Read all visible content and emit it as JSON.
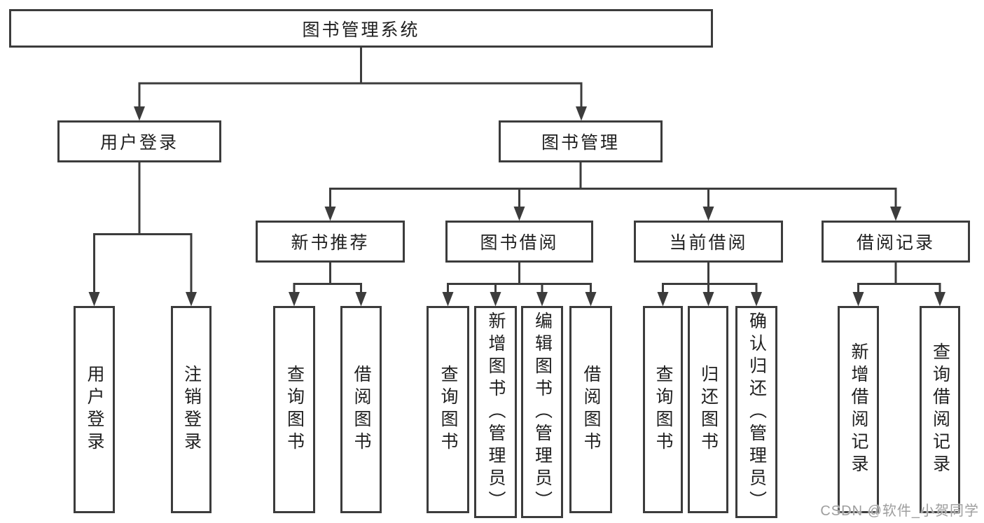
{
  "diagram_title": "图书管理系统",
  "tree": {
    "label": "图书管理系统",
    "children": [
      {
        "label": "用户登录",
        "children": [
          {
            "label": "用户登录"
          },
          {
            "label": "注销登录"
          }
        ]
      },
      {
        "label": "图书管理",
        "children": [
          {
            "label": "新书推荐",
            "children": [
              {
                "label": "查询图书"
              },
              {
                "label": "借阅图书"
              }
            ]
          },
          {
            "label": "图书借阅",
            "children": [
              {
                "label": "查询图书"
              },
              {
                "label": "新增图书（管理员）"
              },
              {
                "label": "编辑图书（管理员）"
              },
              {
                "label": "借阅图书"
              }
            ]
          },
          {
            "label": "当前借阅",
            "children": [
              {
                "label": "查询图书"
              },
              {
                "label": "归还图书"
              },
              {
                "label": "确认归还（管理员）"
              }
            ]
          },
          {
            "label": "借阅记录",
            "children": [
              {
                "label": "新增借阅记录"
              },
              {
                "label": "查询借阅记录"
              }
            ]
          }
        ]
      }
    ]
  },
  "watermark": {
    "text": "CSDN @软件_小贺同学"
  },
  "colors": {
    "line": "#3c3c3c",
    "text": "#1f1f1f",
    "background": "#ffffff",
    "watermark": "#9e9e9e"
  }
}
